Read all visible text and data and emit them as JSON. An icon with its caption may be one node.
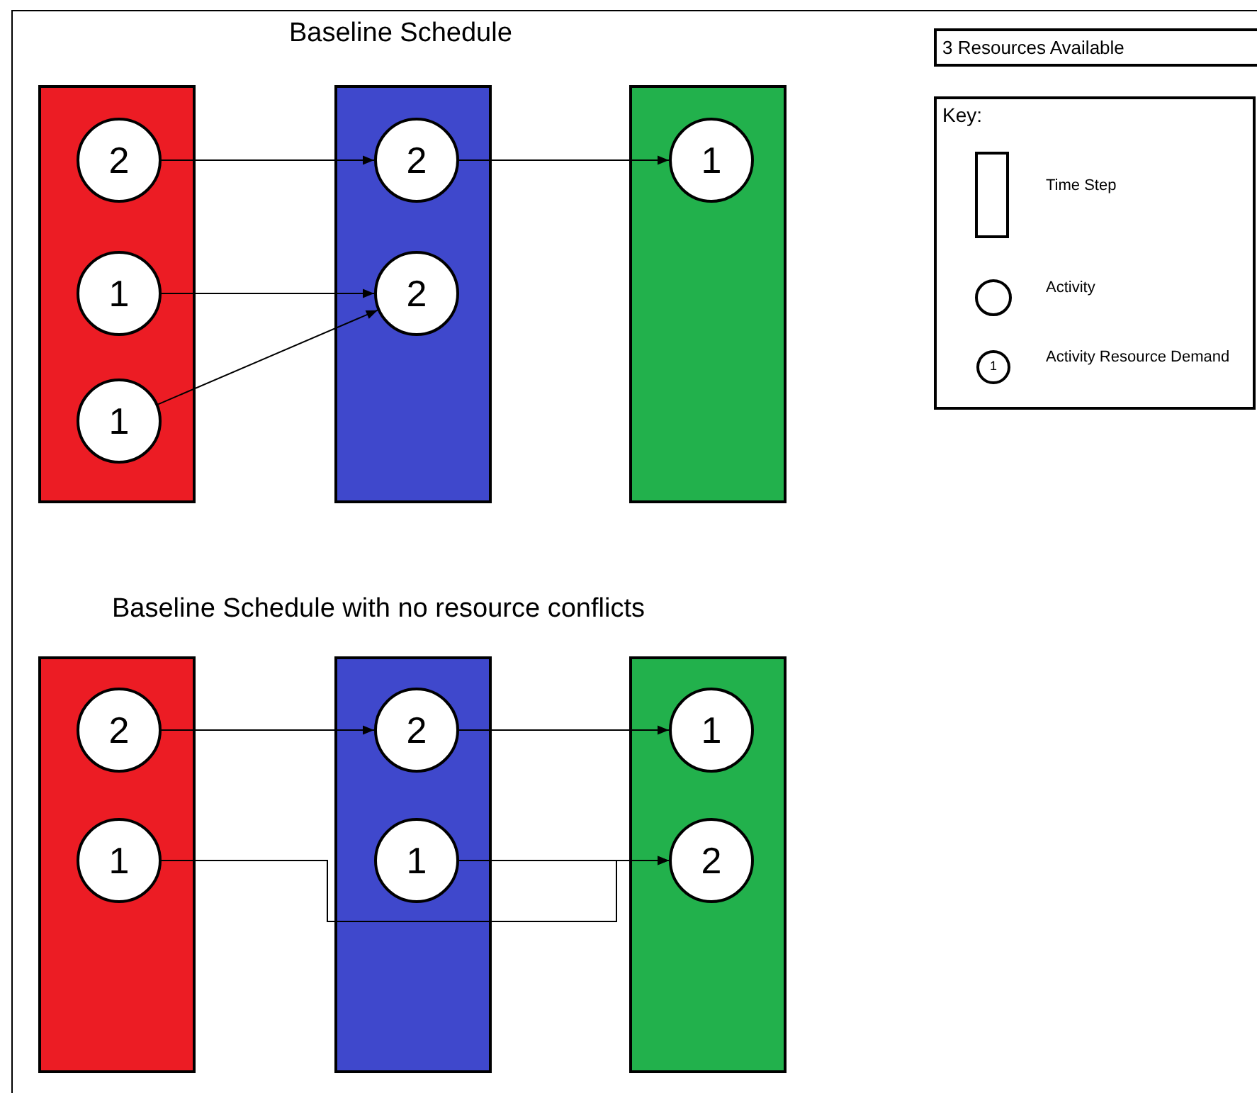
{
  "diagram": {
    "title": "Baseline Schedule",
    "nodes": [
      {
        "text": [],
        "shape": "box"
      },
      {
        "text": [
          "2"
        ],
        "in": 0
      },
      {
        "text": [
          "1"
        ],
        "in": 0
      },
      {
        "text": [
          "1"
        ],
        "in": 0
      },
      {
        "text": [],
        "shape": "box"
      },
      {
        "text": [
          "2"
        ],
        "in": 4
      },
      {
        "text": [
          "2"
        ],
        "in": 4
      },
      {
        "text": [],
        "shape": "box"
      },
      {
        "text": [
          "1"
        ],
        "in": 7
      },
      {
        "text": [],
        "shape": "box"
      },
      {
        "text": [
          "2"
        ],
        "in": 9
      },
      {
        "text": [
          "1"
        ],
        "in": 9
      },
      {
        "text": [],
        "shape": "box"
      },
      {
        "text": [
          "2"
        ],
        "in": 12
      },
      {
        "text": [
          "1"
        ],
        "in": 12
      },
      {
        "text": [],
        "shape": "box"
      },
      {
        "text": [
          "1"
        ],
        "in": 15
      },
      {
        "text": [
          "2"
        ],
        "in": 15
      },
      {
        "text": [
          "3 Resources Available"
        ]
      },
      {
        "text": [
          "Key:"
        ]
      }
    ],
    "edges": [
      {
        "from": 1,
        "to": 5,
        "arrow": "to"
      },
      {
        "from": 2,
        "to": 6,
        "arrow": "to"
      },
      {
        "from": 3,
        "to": 6,
        "arrow": "to"
      },
      {
        "from": 5,
        "to": 8,
        "arrow": "to"
      },
      {
        "from": 10,
        "to": 13,
        "arrow": "to"
      },
      {
        "from": 13,
        "to": 16,
        "arrow": "to"
      },
      {
        "from": 11,
        "to": 17,
        "arrow": "to"
      },
      {
        "from": 14,
        "to": 17,
        "arrow": "to"
      }
    ],
    "labels": [
      "Baseline Schedule with no resource conflicts",
      "1"
    ],
    "legend": [
      {
        "text": "Time Step"
      },
      {
        "text": "Activity"
      },
      {
        "text": "Activity Resource Demand"
      }
    ]
  }
}
